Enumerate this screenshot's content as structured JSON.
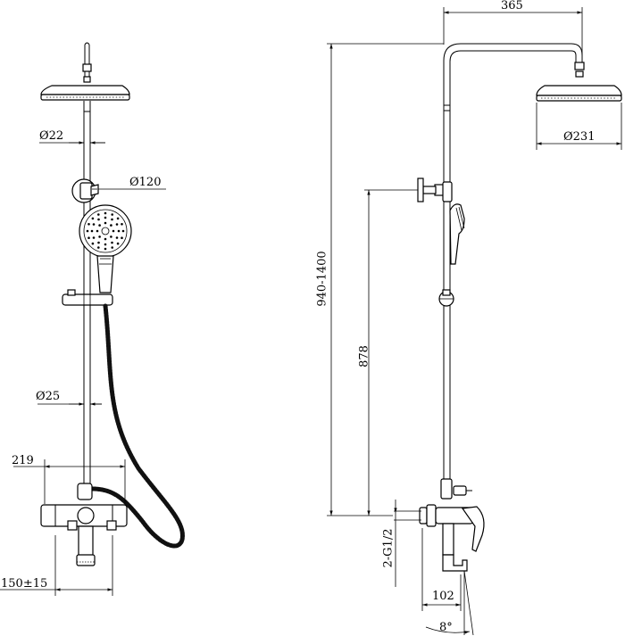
{
  "dimensions": {
    "front_overhead_diameter": "Ø22",
    "front_hand_shower_diameter": "Ø120",
    "front_riser_diameter": "Ø25",
    "front_outlet_reach": "219",
    "front_inlet_centers": "150±15",
    "side_arm_length": "365",
    "side_overhead_diameter": "Ø231",
    "side_total_height": "940-1400",
    "side_bracket_height": "878",
    "side_inlet_thread": "2-G1/2",
    "side_spout_projection": "102",
    "side_spout_angle": "8°"
  }
}
